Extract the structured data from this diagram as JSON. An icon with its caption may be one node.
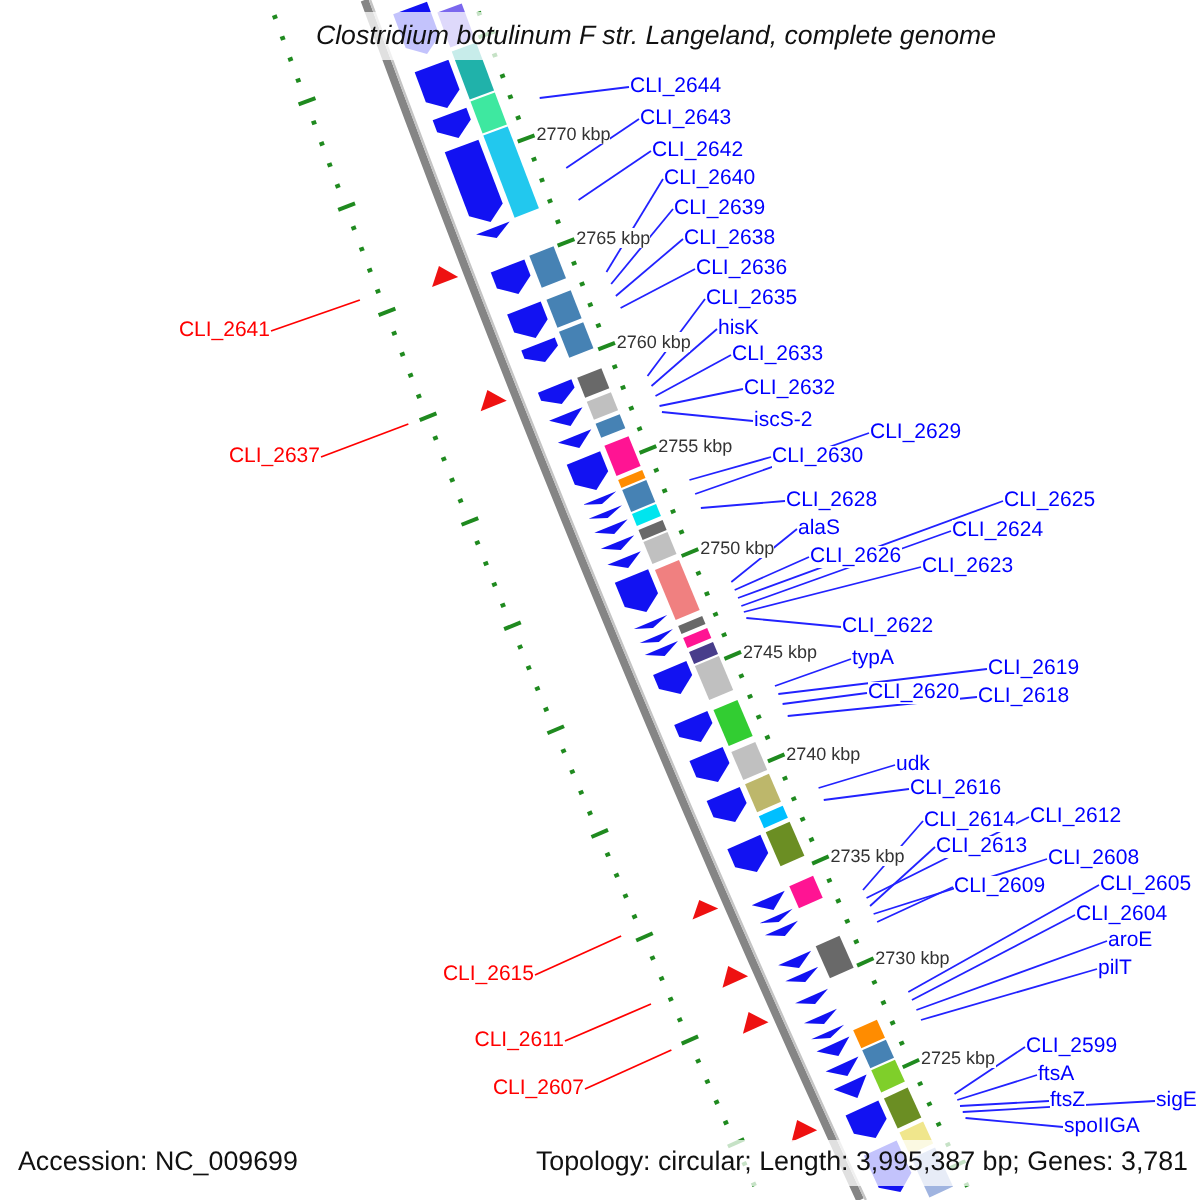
{
  "diagram": {
    "title": "Clostridium botulinum F str. Langeland, complete genome",
    "nodes": [
      {
        "text": [
          "CLI_2644"
        ]
      },
      {
        "text": [
          "CLI_2643"
        ]
      },
      {
        "text": [
          "CLI_2642"
        ]
      },
      {
        "text": [
          "CLI_2640"
        ]
      },
      {
        "text": [
          "CLI_2639"
        ]
      },
      {
        "text": [
          "CLI_2638"
        ]
      },
      {
        "text": [
          "CLI_2636"
        ]
      },
      {
        "text": [
          "CLI_2635"
        ]
      },
      {
        "text": [
          "CLI_2641"
        ]
      },
      {
        "text": [
          "hisK"
        ]
      },
      {
        "text": [
          "CLI_2633"
        ]
      },
      {
        "text": [
          "CLI_2632"
        ]
      },
      {
        "text": [
          "iscS-2"
        ]
      },
      {
        "text": [
          "CLI_2629"
        ]
      },
      {
        "text": [
          "CLI_2637"
        ]
      },
      {
        "text": [
          "CLI_2630"
        ]
      },
      {
        "text": [
          "CLI_2628"
        ]
      },
      {
        "text": [
          "CLI_2625"
        ]
      },
      {
        "text": [
          "alaS"
        ]
      },
      {
        "text": [
          "CLI_2624"
        ]
      },
      {
        "text": [
          "CLI_2626"
        ]
      },
      {
        "text": [
          "CLI_2623"
        ]
      },
      {
        "text": [
          "CLI_2622"
        ]
      },
      {
        "text": [
          "typA"
        ]
      },
      {
        "text": [
          "CLI_2619"
        ]
      },
      {
        "text": [
          "CLI_2620"
        ]
      },
      {
        "text": [
          "CLI_2618"
        ]
      },
      {
        "text": [
          "udk"
        ]
      },
      {
        "text": [
          "CLI_2616"
        ]
      },
      {
        "text": [
          "CLI_2614"
        ]
      },
      {
        "text": [
          "CLI_2612"
        ]
      },
      {
        "text": [
          "CLI_2613"
        ]
      },
      {
        "text": [
          "CLI_2608"
        ]
      },
      {
        "text": [
          "CLI_2609"
        ]
      },
      {
        "text": [
          "CLI_2605"
        ]
      },
      {
        "text": [
          "CLI_2604"
        ]
      },
      {
        "text": [
          "aroE"
        ]
      },
      {
        "text": [
          "pilT"
        ]
      },
      {
        "text": [
          "CLI_2615"
        ]
      },
      {
        "text": [
          "CLI_2611"
        ]
      },
      {
        "text": [
          "CLI_2599"
        ]
      },
      {
        "text": [
          "ftsA"
        ]
      },
      {
        "text": [
          "CLI_2607"
        ]
      },
      {
        "text": [
          "ftsZ"
        ]
      },
      {
        "text": [
          "sigE"
        ]
      },
      {
        "text": [
          "spoIIGA"
        ]
      }
    ],
    "edges": [
      {
        "from": 0,
        "to": null,
        "arrow": "none"
      },
      {
        "from": 1,
        "to": null,
        "arrow": "none"
      },
      {
        "from": 2,
        "to": null,
        "arrow": "none"
      },
      {
        "from": 3,
        "to": null,
        "arrow": "none"
      },
      {
        "from": 4,
        "to": null,
        "arrow": "none"
      },
      {
        "from": 5,
        "to": null,
        "arrow": "none"
      },
      {
        "from": 6,
        "to": null,
        "arrow": "none"
      },
      {
        "from": 7,
        "to": null,
        "arrow": "none"
      },
      {
        "from": 8,
        "to": null,
        "arrow": "none",
        "color": "#ff0000"
      },
      {
        "from": 9,
        "to": null,
        "arrow": "none"
      },
      {
        "from": 10,
        "to": null,
        "arrow": "none"
      },
      {
        "from": 11,
        "to": null,
        "arrow": "none"
      },
      {
        "from": 12,
        "to": null,
        "arrow": "none"
      },
      {
        "from": 13,
        "to": null,
        "arrow": "none"
      },
      {
        "from": 14,
        "to": null,
        "arrow": "none",
        "color": "#ff0000"
      },
      {
        "from": 15,
        "to": null,
        "arrow": "none"
      },
      {
        "from": 16,
        "to": null,
        "arrow": "none"
      },
      {
        "from": 17,
        "to": null,
        "arrow": "none"
      },
      {
        "from": 18,
        "to": null,
        "arrow": "none"
      },
      {
        "from": 19,
        "to": null,
        "arrow": "none"
      },
      {
        "from": 20,
        "to": null,
        "arrow": "none"
      },
      {
        "from": 21,
        "to": null,
        "arrow": "none"
      },
      {
        "from": 22,
        "to": null,
        "arrow": "none"
      },
      {
        "from": 23,
        "to": null,
        "arrow": "none"
      },
      {
        "from": 24,
        "to": null,
        "arrow": "none"
      },
      {
        "from": 25,
        "to": null,
        "arrow": "none"
      },
      {
        "from": 26,
        "to": null,
        "arrow": "none"
      },
      {
        "from": 27,
        "to": null,
        "arrow": "none"
      },
      {
        "from": 28,
        "to": null,
        "arrow": "none"
      },
      {
        "from": 29,
        "to": null,
        "arrow": "none"
      },
      {
        "from": 30,
        "to": null,
        "arrow": "none"
      },
      {
        "from": 31,
        "to": null,
        "arrow": "none"
      },
      {
        "from": 32,
        "to": null,
        "arrow": "none"
      },
      {
        "from": 33,
        "to": null,
        "arrow": "none"
      },
      {
        "from": 34,
        "to": null,
        "arrow": "none"
      },
      {
        "from": 35,
        "to": null,
        "arrow": "none"
      },
      {
        "from": 36,
        "to": null,
        "arrow": "none"
      },
      {
        "from": 37,
        "to": null,
        "arrow": "none"
      },
      {
        "from": 38,
        "to": null,
        "arrow": "none",
        "color": "#ff0000"
      },
      {
        "from": 39,
        "to": null,
        "arrow": "none",
        "color": "#ff0000"
      },
      {
        "from": 40,
        "to": null,
        "arrow": "none"
      },
      {
        "from": 41,
        "to": null,
        "arrow": "none"
      },
      {
        "from": 42,
        "to": null,
        "arrow": "none",
        "color": "#ff0000"
      },
      {
        "from": 43,
        "to": null,
        "arrow": "none"
      },
      {
        "from": 44,
        "to": null,
        "arrow": "none"
      },
      {
        "from": 45,
        "to": null,
        "arrow": "none"
      }
    ],
    "labels": [
      "2770 kbp",
      "2765 kbp",
      "2760 kbp",
      "2755 kbp",
      "2750 kbp",
      "2745 kbp",
      "2740 kbp",
      "2735 kbp",
      "2730 kbp",
      "2725 kbp",
      "Accession: NC_009699",
      "Topology: circular; Length: 3,995,387 bp; Genes: 3,781"
    ]
  }
}
